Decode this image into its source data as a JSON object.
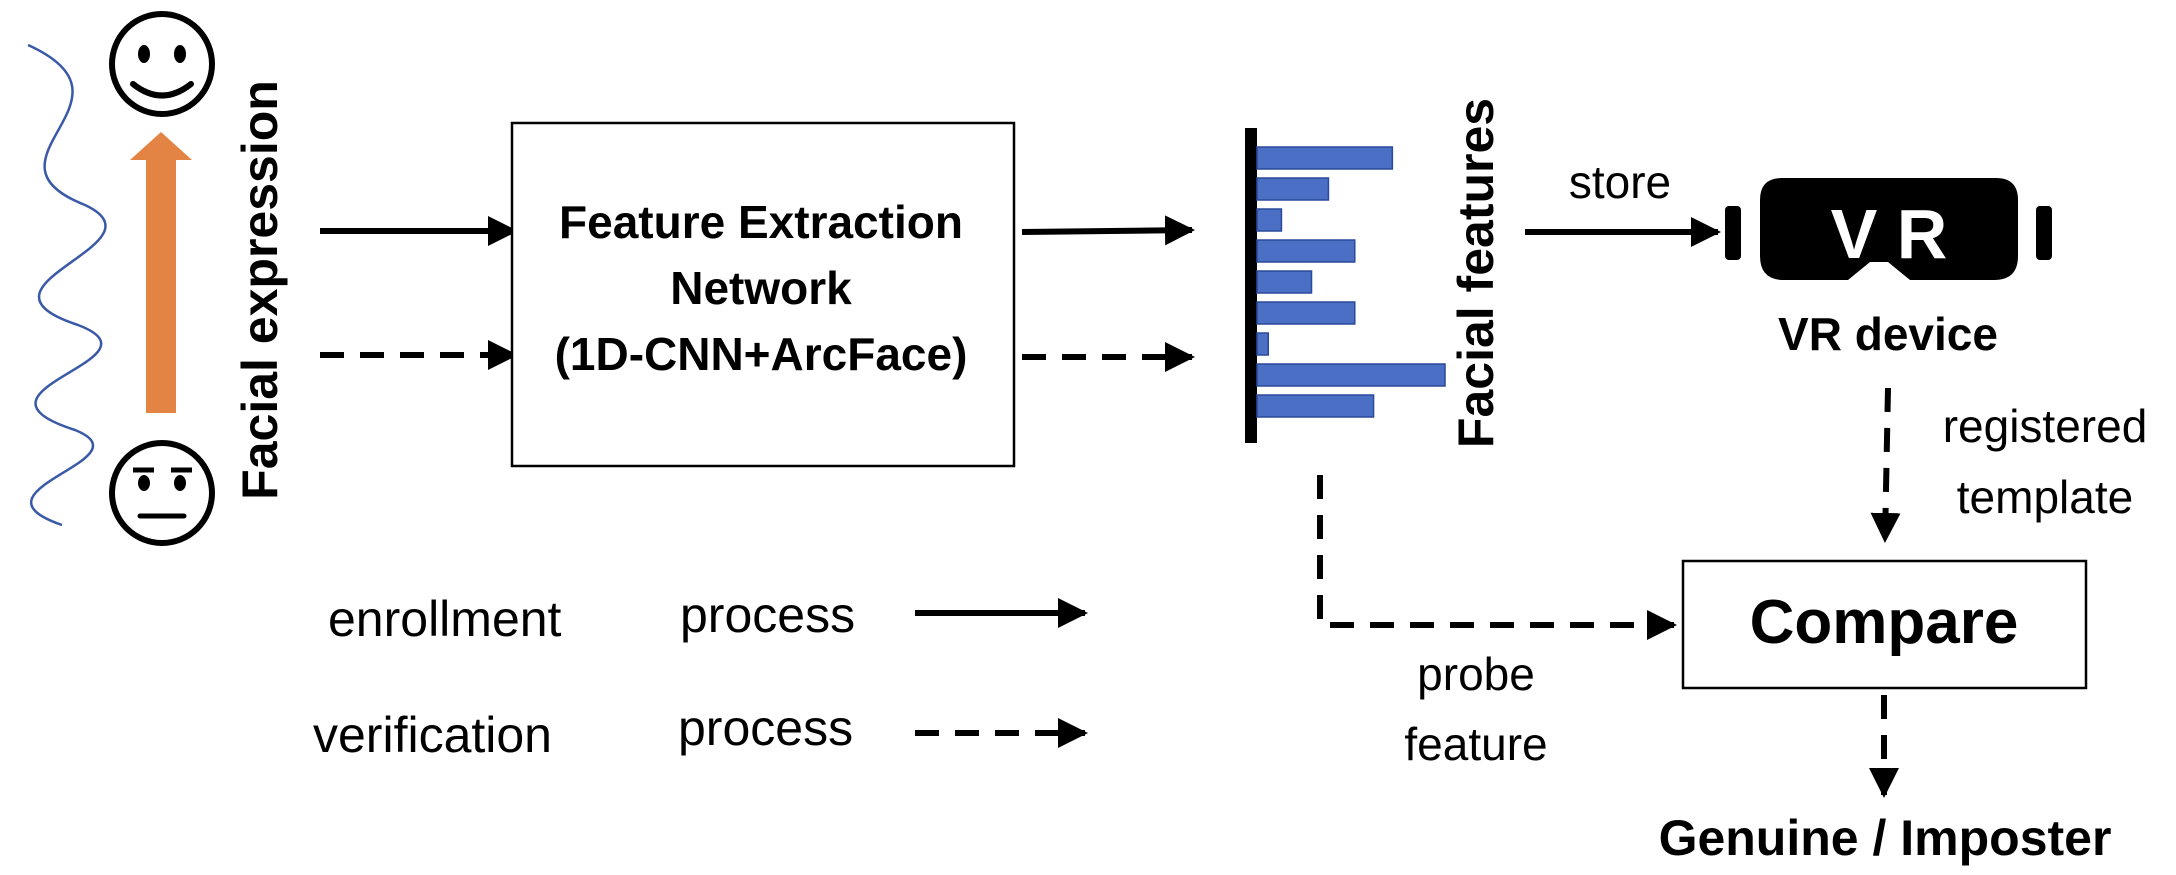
{
  "input": {
    "label": "Facial expression"
  },
  "network": {
    "line1": "Feature Extraction",
    "line2": "Network",
    "line3": "(1D-CNN+ArcFace)"
  },
  "features": {
    "label": "Facial features",
    "bar_fill": "#4a6fc4",
    "bar_stroke": "#2b4a9a",
    "bar_values": [
      0.72,
      0.38,
      0.13,
      0.52,
      0.29,
      0.52,
      0.06,
      1.0,
      0.62
    ]
  },
  "store": {
    "label": "store"
  },
  "vr": {
    "text": "V R",
    "label": "VR device"
  },
  "registered": {
    "line1": "registered",
    "line2": "template"
  },
  "compare": {
    "label": "Compare"
  },
  "probe": {
    "line1": "probe",
    "line2": "feature"
  },
  "result": {
    "label": "Genuine / Imposter"
  },
  "legend": {
    "enrollment_word1": "enrollment",
    "enrollment_word2": "process",
    "verification_word1": "verification",
    "verification_word2": "process"
  },
  "colors": {
    "signal": "#3a5aa8",
    "arrow_orange": "#e38444"
  }
}
